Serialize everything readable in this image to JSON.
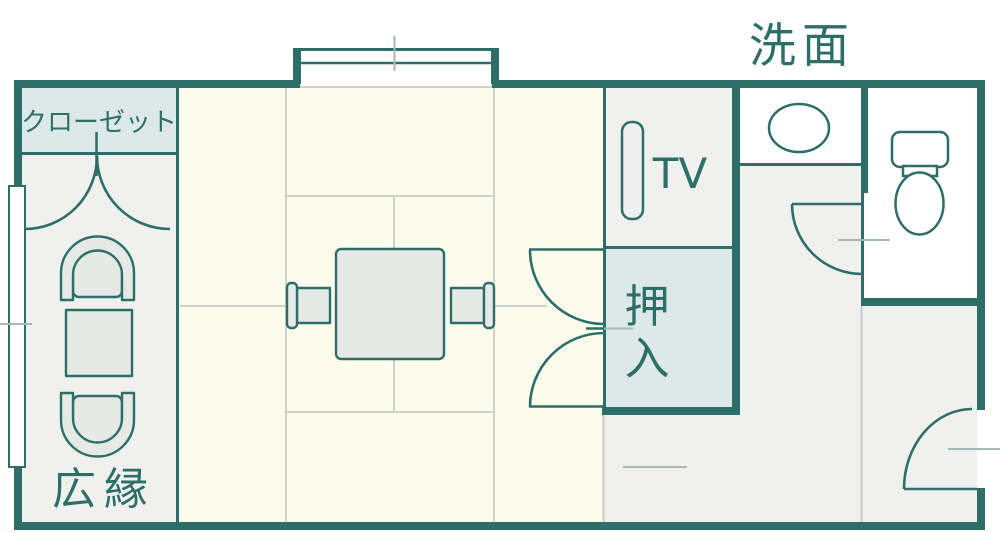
{
  "plan_title": "Japanese guest room floor plan",
  "rooms": {
    "washbasin": {
      "label": "洗面"
    },
    "closet": {
      "label": "クローゼット"
    },
    "veranda": {
      "label": "広縁"
    },
    "tv_corner": {
      "label": "TV"
    },
    "futon_closet": {
      "label": "押入",
      "char_top": "押",
      "char_bottom": "入"
    }
  },
  "furniture": [
    "armchair-top",
    "side-table",
    "armchair-bottom",
    "low-table",
    "floor-chair-left",
    "floor-chair-right",
    "tv-stand",
    "sink-basin",
    "toilet"
  ],
  "doors": [
    "closet-double-swing",
    "fusuma-double-swing",
    "washroom-door",
    "entrance-door"
  ],
  "windows": [
    "top-bay-window",
    "left-window"
  ],
  "colors": {
    "wall": "#2d6e69",
    "tatami": "#fbfcec",
    "floor": "#f0f0ef",
    "storage": "#dde9e9",
    "grid": "#cdd3c9",
    "tick": "#a4b9b5",
    "furniture": "#e7e9e7",
    "furniture_light": "#efefef",
    "white": "#ffffff",
    "page_bg": "#ffffff"
  }
}
